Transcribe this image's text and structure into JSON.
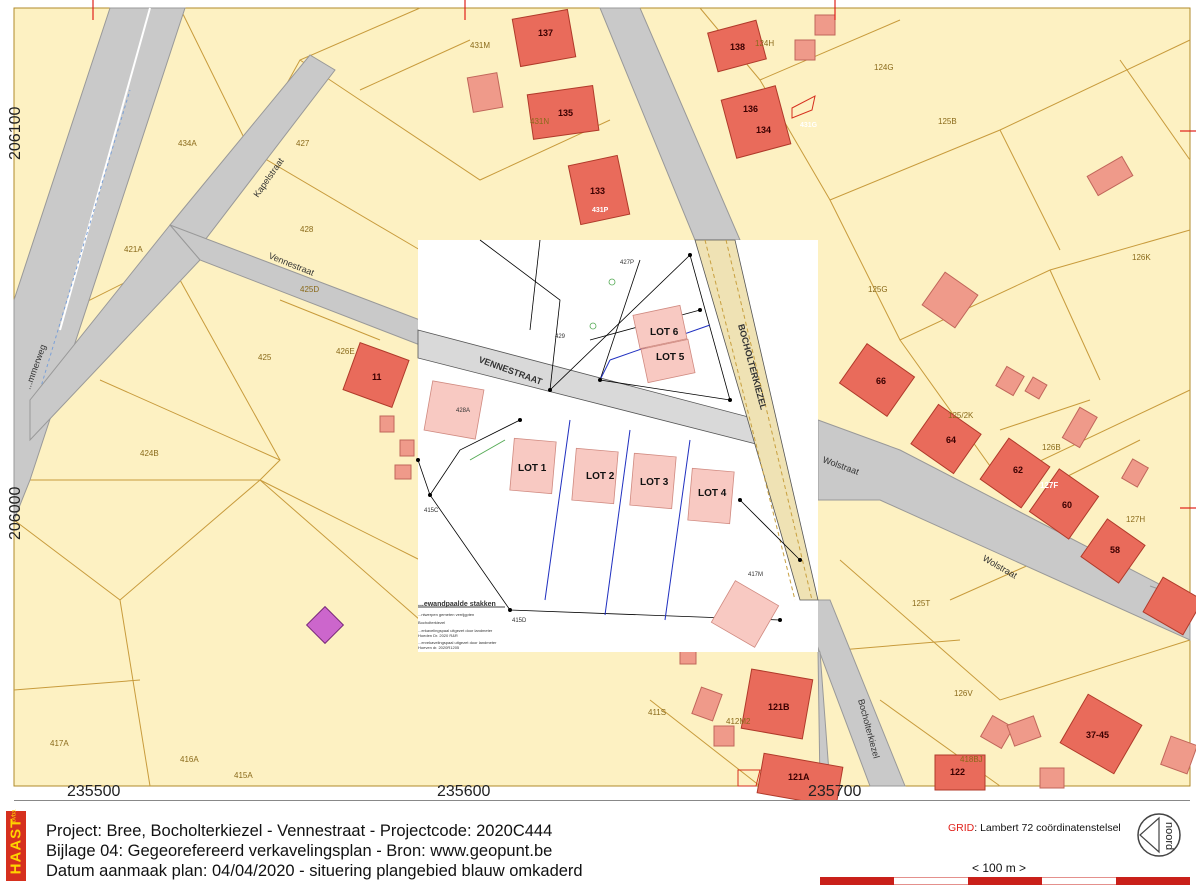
{
  "map": {
    "coord_labels": {
      "x1": "235500",
      "x2": "235600",
      "x3": "235700",
      "y1": "206100",
      "y2": "206000"
    },
    "streets": {
      "kapelstraat": "Kapelstraat",
      "vennestraat": "Vennestraat",
      "vennestraat_plan": "VENNESTRAAT",
      "bocholterkiezel_plan": "BOCHOLTERKIEZEL",
      "bocholterkiezel": "Bocholterkiezel",
      "wolstraat1": "Wolstraat",
      "wolstraat2": "Wolstraat",
      "weg": "...mmerweg"
    },
    "parcels": [
      "431M",
      "431N",
      "124H",
      "124G",
      "125B",
      "434A",
      "427",
      "428",
      "421A",
      "425D",
      "425",
      "426E",
      "424B",
      "125G",
      "126K",
      "125/2K",
      "126B",
      "127H",
      "125T",
      "126V",
      "411S",
      "412M2",
      "417A",
      "416A",
      "415A",
      "415C",
      "417M",
      "415D",
      "427P",
      "428A",
      "429",
      "127F",
      "418BJ"
    ],
    "houses": [
      "137",
      "135",
      "133",
      "138",
      "136",
      "134",
      "11",
      "66",
      "64",
      "62",
      "60",
      "58",
      "121B",
      "121A",
      "122",
      "37-45"
    ],
    "house_sub": [
      "431G",
      "431P"
    ],
    "lots": [
      "LOT 1",
      "LOT 2",
      "LOT 3",
      "LOT 4",
      "LOT 5",
      "LOT 6"
    ],
    "legend_title": "...ewandpaalde stakken",
    "legend_lines": [
      "...ntwerpen gemeten verrijgpten",
      "Bocholterkiezel",
      "...erkavelingspaal uitgezet door landmeter",
      "Hoeden Dr. 2020 R&R",
      "...ervekavelingspaal uitgezet door landmeter",
      "Hoeven dr. 2020R1205"
    ]
  },
  "footer": {
    "logo": "HAAST",
    "logo_sub": "bvba",
    "line1": "Project: Bree, Bocholterkiezel - Vennestraat   - Projectcode:  2020C444",
    "line2": "Bijlage 04: Gegeorefereerd verkavelingsplan -  Bron: www.geopunt.be",
    "line3": "Datum aanmaak plan:  04/04/2020 - situering plangebied blauw omkaderd",
    "grid_label": "GRID",
    "grid_text": ": Lambert 72 coördinatenstelsel",
    "north_label": "noord",
    "scale_text": "< 100 m >"
  },
  "colors": {
    "parcel": "#fdf1c2",
    "road": "#c9c9c9",
    "building": "#e96b5b",
    "accent": "#d6301e"
  }
}
